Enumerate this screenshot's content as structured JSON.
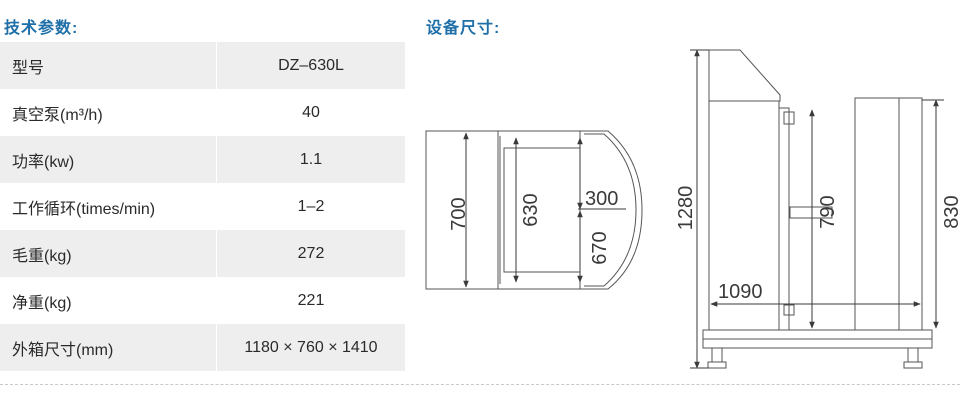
{
  "spec_section": {
    "title": "技术参数:",
    "rows": [
      {
        "label": "型号",
        "value": "DZ–630L"
      },
      {
        "label": "真空泵(m³/h)",
        "value": "40"
      },
      {
        "label": "功率(kw)",
        "value": "1.1"
      },
      {
        "label": "工作循环(times/min)",
        "value": "1–2"
      },
      {
        "label": "毛重(kg)",
        "value": "272"
      },
      {
        "label": "净重(kg)",
        "value": "221"
      },
      {
        "label": "外箱尺寸(mm)",
        "value": "1180 × 760 × 1410"
      }
    ]
  },
  "dimension_section": {
    "title": "设备尺寸:",
    "top_view": {
      "d700": "700",
      "d630": "630",
      "d300": "300",
      "d670": "670"
    },
    "side_view": {
      "d1280": "1280",
      "d790": "790",
      "d830": "830",
      "d1090": "1090"
    }
  },
  "colors": {
    "title": "#1f6fa8",
    "row_shade": "#eeeeee",
    "line": "#555555"
  }
}
